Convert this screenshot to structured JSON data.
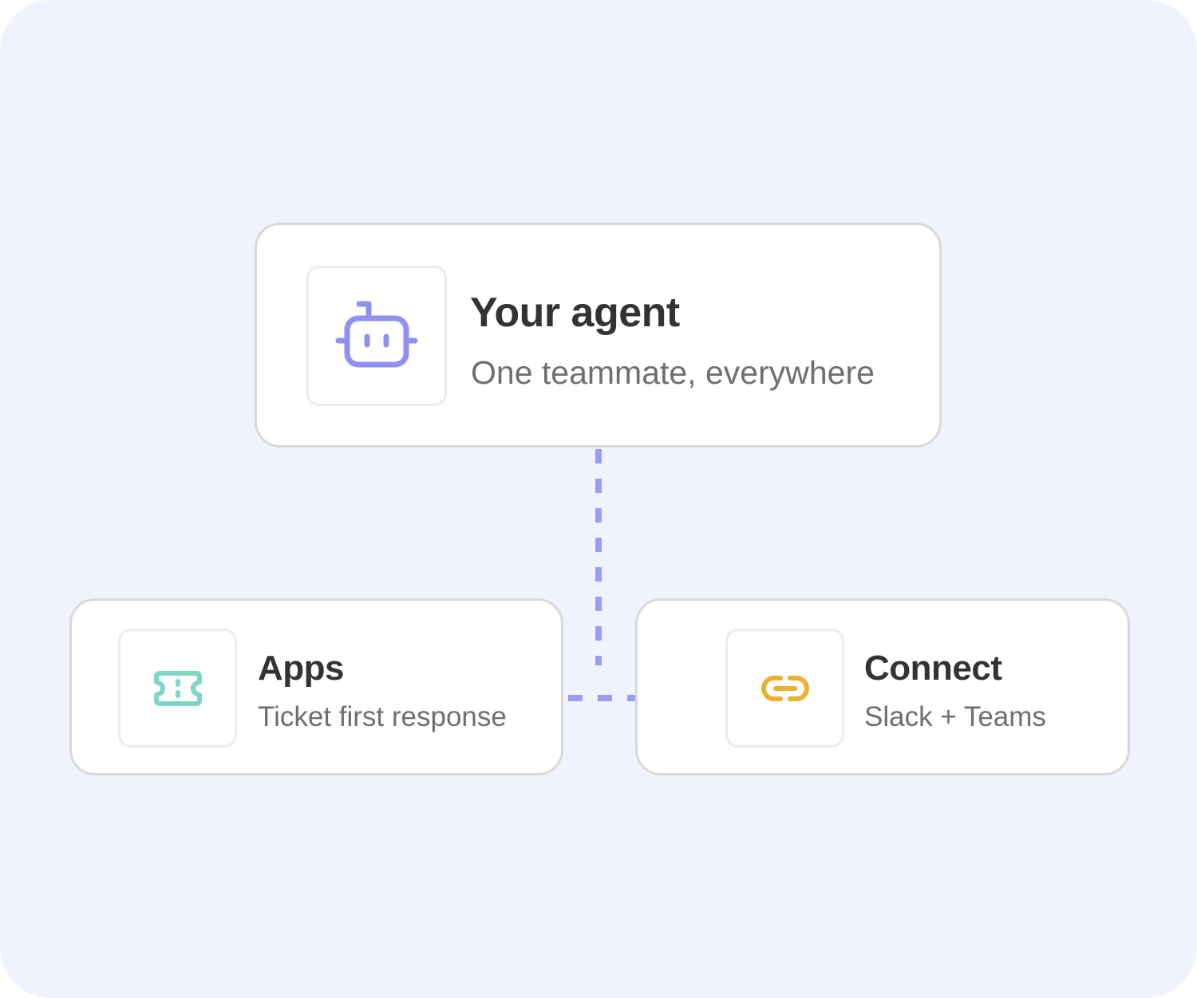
{
  "colors": {
    "background": "#f0f3fe",
    "connector": "#9b9cf2",
    "agent_icon": "#8f91f0",
    "apps_icon": "#7fd6c6",
    "connect_icon": "#e9b22f"
  },
  "agent": {
    "title": "Your agent",
    "subtitle": "One teammate, everywhere",
    "icon": "robot-icon"
  },
  "apps": {
    "title": "Apps",
    "subtitle": "Ticket first response",
    "icon": "ticket-icon"
  },
  "connect": {
    "title": "Connect",
    "subtitle": "Slack + Teams",
    "icon": "link-icon"
  }
}
